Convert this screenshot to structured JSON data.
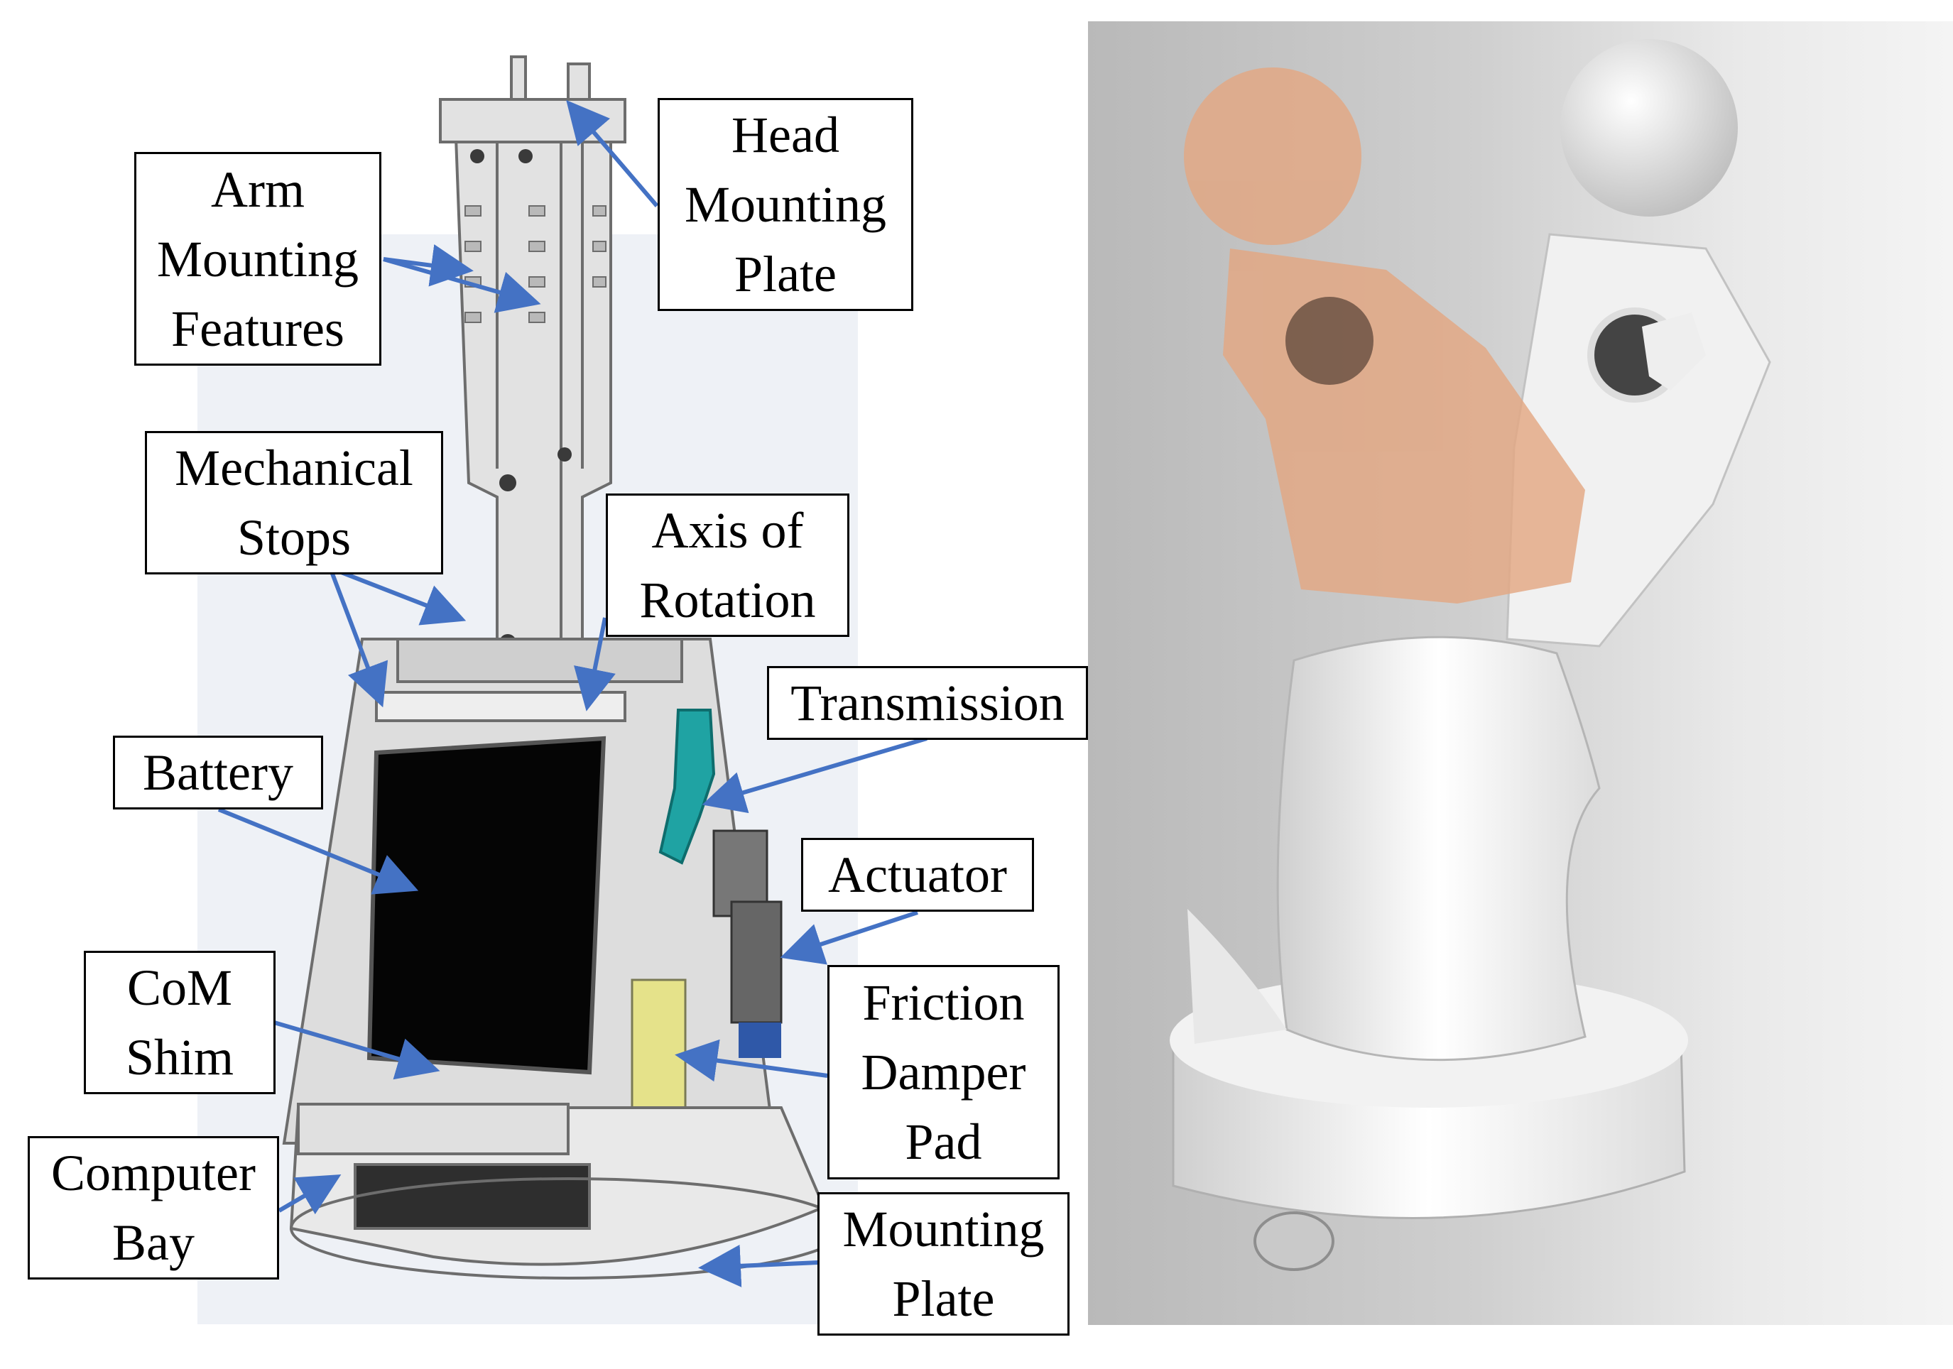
{
  "labels": {
    "head_mounting_plate": "Head\nMounting\nPlate",
    "arm_mounting_features": "Arm\nMounting\nFeatures",
    "mechanical_stops": "Mechanical\nStops",
    "axis_of_rotation": "Axis of\nRotation",
    "transmission": "Transmission",
    "battery": "Battery",
    "actuator": "Actuator",
    "com_shim": "CoM\nShim",
    "friction_damper_pad": "Friction\nDamper\nPad",
    "computer_bay": "Computer\nBay",
    "mounting_plate": "Mounting\nPlate"
  },
  "colors": {
    "leader_line": "#4472c4",
    "battery": "#050505",
    "transmission": "#1fa3a3",
    "damper_pad": "#e5e28a",
    "tilted_torso": "#e3a782"
  }
}
